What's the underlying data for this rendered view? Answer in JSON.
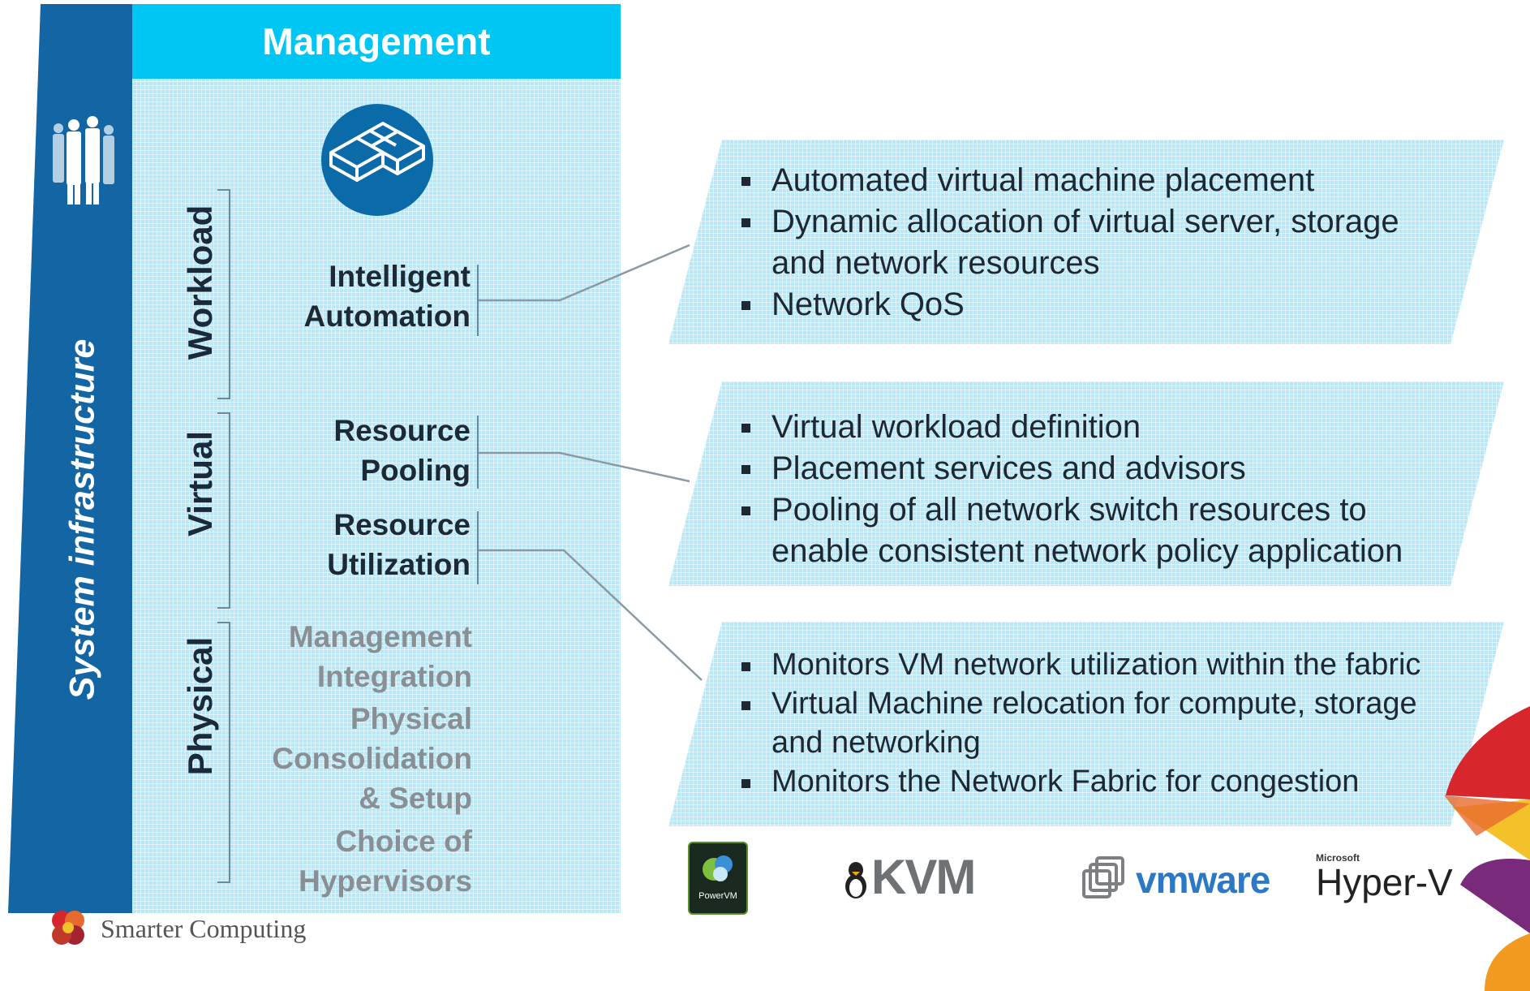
{
  "header": {
    "title": "Management"
  },
  "sidebar": {
    "title": "System infrastructure"
  },
  "layers": [
    {
      "label": "Workload"
    },
    {
      "label": "Virtual"
    },
    {
      "label": "Physical"
    }
  ],
  "functions": {
    "intelligent_automation": [
      "Intelligent",
      "Automation"
    ],
    "resource_pooling": [
      "Resource",
      "Pooling"
    ],
    "resource_utilization": [
      "Resource",
      "Utilization"
    ],
    "management_integration": [
      "Management",
      "Integration"
    ],
    "physical_consolidation": [
      "Physical",
      "Consolidation",
      "& Setup"
    ],
    "choice_of_hypervisors": [
      "Choice of",
      "Hypervisors"
    ]
  },
  "callouts": [
    {
      "bullets": [
        "Automated virtual machine placement",
        "Dynamic allocation of virtual server, storage and network resources",
        "Network QoS"
      ]
    },
    {
      "bullets": [
        "Virtual workload definition",
        "Placement services and advisors",
        "Pooling of all network switch resources to enable consistent network policy application"
      ]
    },
    {
      "bullets": [
        "Monitors VM network utilization within the fabric",
        "Virtual Machine relocation for compute, storage and networking",
        "Monitors the Network Fabric for congestion"
      ]
    }
  ],
  "logos": {
    "powervm": "PowerVM",
    "kvm": "KVM",
    "vmware": "vmware",
    "hyperv_small": "Microsoft",
    "hyperv": "Hyper-V"
  },
  "footer": {
    "brand": "Smarter Computing"
  },
  "colors": {
    "sidebar": "#1366a3",
    "header": "#00c6f3",
    "panel": "#b9e7f5",
    "badge": "#0b6aa8"
  },
  "icons": [
    "people-icon",
    "cube-icon",
    "powervm-logo-icon",
    "kvm-penguin-icon",
    "vmware-squares-icon",
    "smarter-computing-flower-icon"
  ]
}
